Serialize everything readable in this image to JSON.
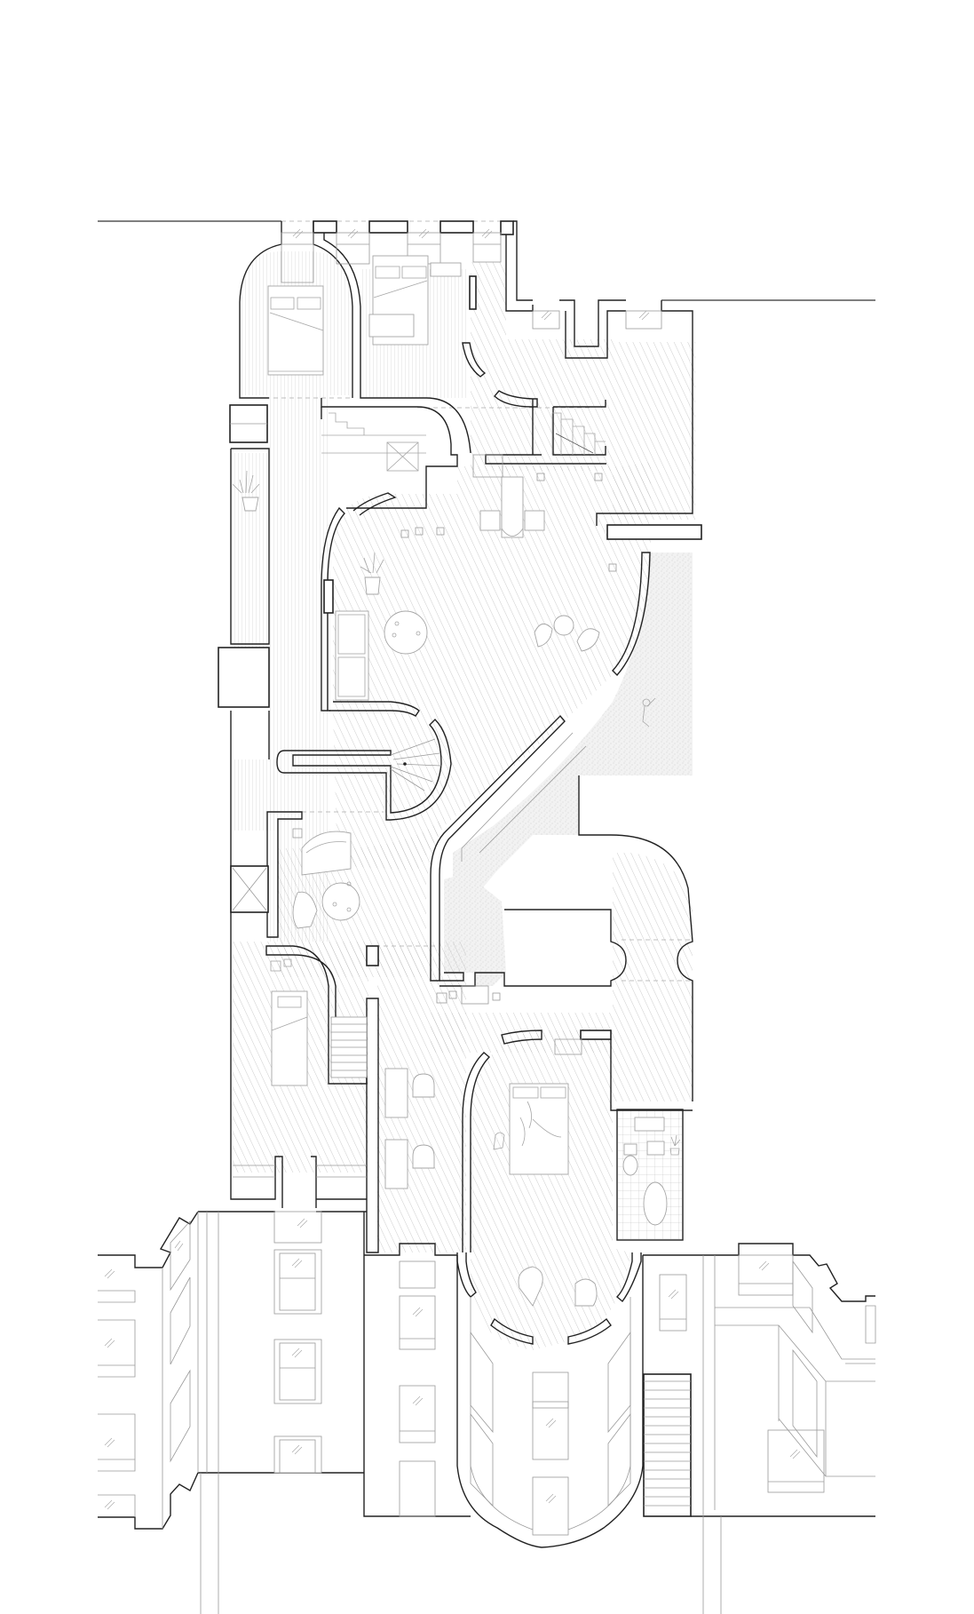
{
  "drawing": {
    "type": "architectural floor plan",
    "colors": {
      "background": "#ffffff",
      "wall_stroke": "#222222",
      "detail_stroke": "#9a9a9a",
      "hatch_diagonal": "#b8b8b8",
      "hatch_vertical": "#c4c4c4",
      "stipple": "#c8c8c8",
      "tile_grid": "#bcbcbc"
    },
    "rooms": [
      {
        "name": "bedroom-north-arched",
        "floor": "vertical-boards",
        "furniture": [
          "double-bed"
        ]
      },
      {
        "name": "bedroom-north",
        "floor": "vertical-boards",
        "furniture": [
          "double-bed",
          "bench",
          "nightstand"
        ]
      },
      {
        "name": "stair-hall-north",
        "floor": "diagonal-hatch",
        "furniture": [
          "stair"
        ]
      },
      {
        "name": "corridor-west",
        "floor": "vertical-boards",
        "furniture": [
          "potted-plant"
        ]
      },
      {
        "name": "living-room",
        "floor": "diagonal-hatch",
        "furniture": [
          "sofa",
          "round-table",
          "lounge-chairs",
          "potted-plant",
          "dining-set"
        ]
      },
      {
        "name": "terrace-east",
        "floor": "stipple",
        "furniture": [
          "person"
        ]
      },
      {
        "name": "lounge-south",
        "floor": "diagonal-hatch",
        "furniture": [
          "loveseat",
          "armchair",
          "round-table"
        ]
      },
      {
        "name": "spiral-stair",
        "floor": "none",
        "furniture": [
          "spiral-stair"
        ]
      },
      {
        "name": "bedroom-single",
        "floor": "diagonal-hatch",
        "furniture": [
          "single-bed",
          "stair"
        ]
      },
      {
        "name": "study-corridor",
        "floor": "diagonal-hatch",
        "furniture": [
          "desks",
          "chairs"
        ]
      },
      {
        "name": "bedroom-oval",
        "floor": "diagonal-hatch",
        "furniture": [
          "double-bed",
          "figures",
          "chairs"
        ]
      },
      {
        "name": "bathroom",
        "floor": "tile-grid",
        "furniture": [
          "bathtub",
          "toilet",
          "sink",
          "vanity",
          "potted-plant"
        ]
      },
      {
        "name": "hall-east",
        "floor": "diagonal-hatch",
        "furniture": []
      },
      {
        "name": "facade-south",
        "floor": "none",
        "furniture": [
          "bay-windows",
          "stair"
        ]
      }
    ]
  }
}
